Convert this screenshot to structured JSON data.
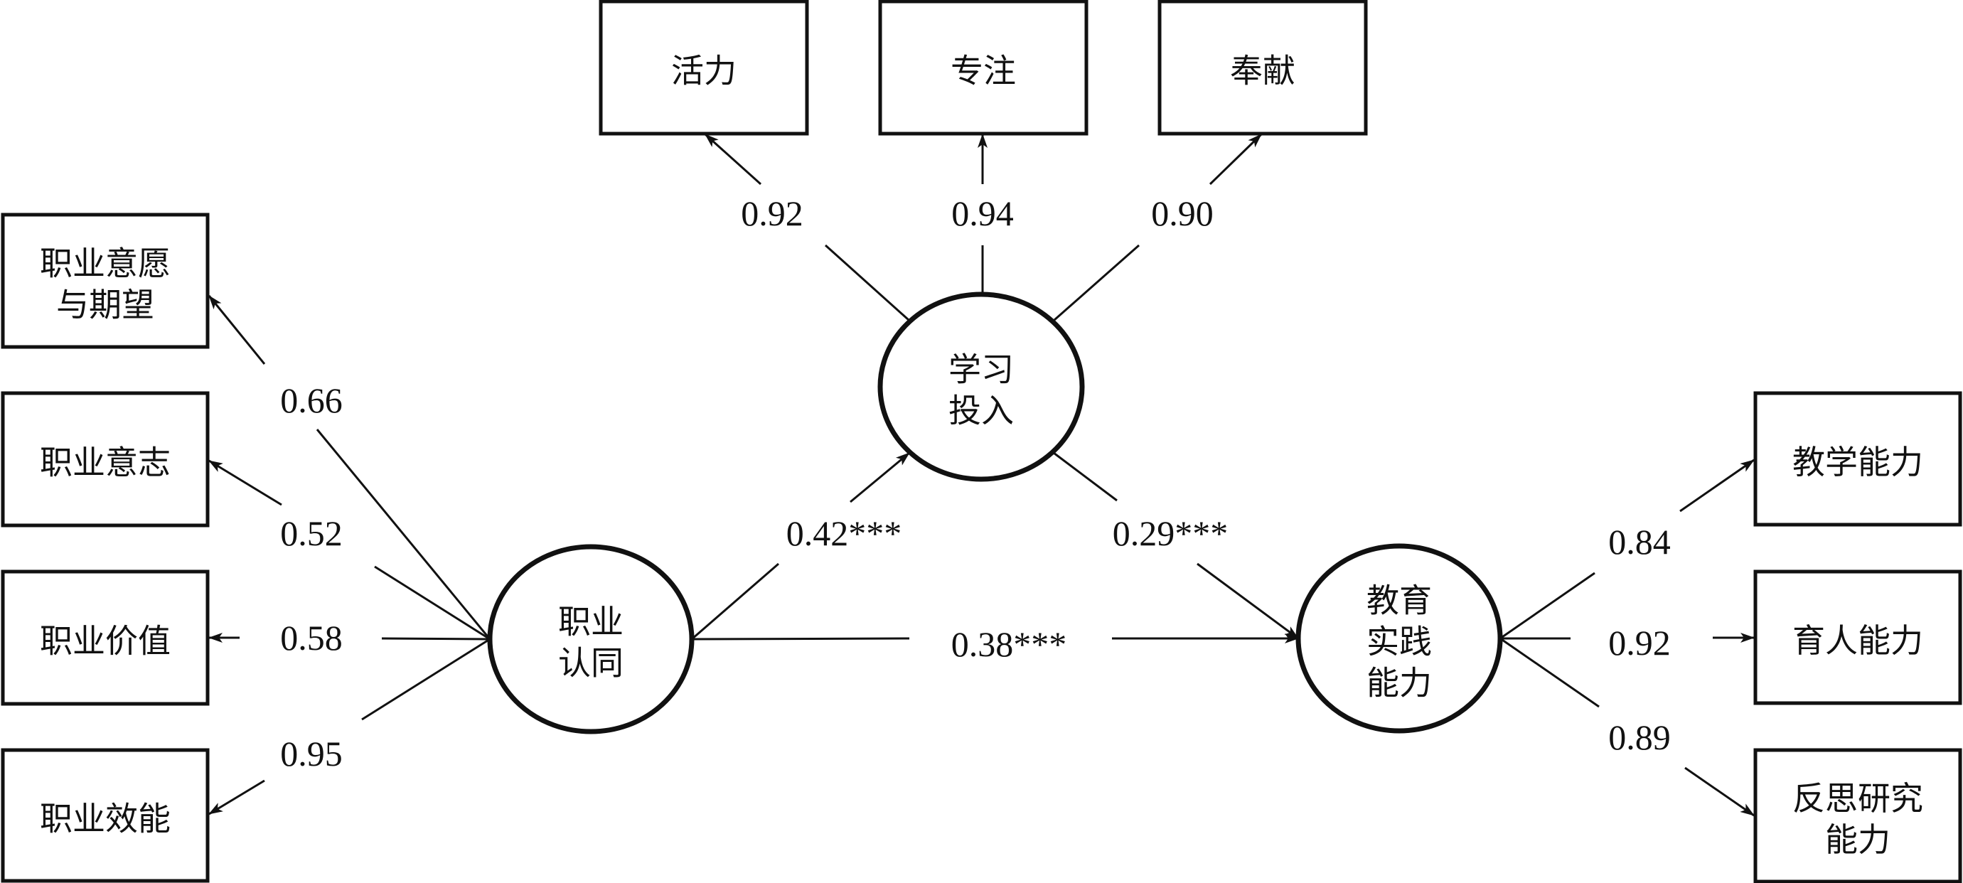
{
  "title": "结构方程模型路径图",
  "latent_variables": {
    "professional_identity": {
      "lines": [
        "职业",
        "认同"
      ]
    },
    "learning_engagement": {
      "lines": [
        "学习",
        "投入"
      ]
    },
    "teaching_practice_ability": {
      "lines": [
        "教育",
        "实践",
        "能力"
      ]
    }
  },
  "indicators": {
    "professional_identity": [
      {
        "lines": [
          "职业意愿",
          "与期望"
        ],
        "loading": "0.66"
      },
      {
        "lines": [
          "职业意志"
        ],
        "loading": "0.52"
      },
      {
        "lines": [
          "职业价值"
        ],
        "loading": "0.58"
      },
      {
        "lines": [
          "职业效能"
        ],
        "loading": "0.95"
      }
    ],
    "learning_engagement": [
      {
        "lines": [
          "活力"
        ],
        "loading": "0.92"
      },
      {
        "lines": [
          "专注"
        ],
        "loading": "0.94"
      },
      {
        "lines": [
          "奉献"
        ],
        "loading": "0.90"
      }
    ],
    "teaching_practice_ability": [
      {
        "lines": [
          "教学能力"
        ],
        "loading": "0.84"
      },
      {
        "lines": [
          "育人能力"
        ],
        "loading": "0.92"
      },
      {
        "lines": [
          "反思研究",
          "能力"
        ],
        "loading": "0.89"
      }
    ]
  },
  "paths": [
    {
      "from": "职业认同",
      "to": "学习投入",
      "coefficient": "0.42***"
    },
    {
      "from": "学习投入",
      "to": "教育实践能力",
      "coefficient": "0.29***"
    },
    {
      "from": "职业认同",
      "to": "教育实践能力",
      "coefficient": "0.38***"
    }
  ]
}
